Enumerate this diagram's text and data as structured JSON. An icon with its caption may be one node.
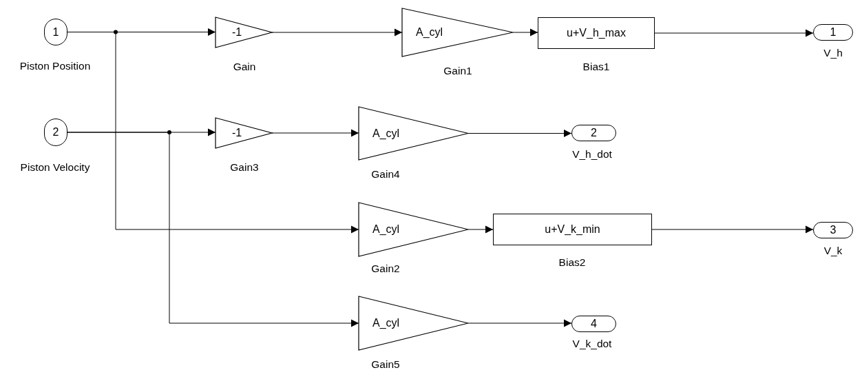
{
  "diagram": {
    "nodes": [
      {
        "text": [
          "1"
        ],
        "beside": [
          "Piston Position"
        ]
      },
      {
        "text": [
          "2"
        ],
        "beside": [
          "Piston Velocity"
        ]
      },
      {
        "text": [
          "-1"
        ],
        "beside": [
          "Gain"
        ]
      },
      {
        "text": [
          "A_cyl"
        ],
        "beside": [
          "Gain1"
        ]
      },
      {
        "text": [
          "u+V_h_max"
        ],
        "beside": [
          "Bias1"
        ]
      },
      {
        "text": [
          "1"
        ],
        "beside": [
          "V_h"
        ]
      },
      {
        "text": [
          "-1"
        ],
        "beside": [
          "Gain3"
        ]
      },
      {
        "text": [
          "A_cyl"
        ],
        "beside": [
          "Gain4"
        ]
      },
      {
        "text": [
          "2"
        ],
        "beside": [
          "V_h_dot"
        ]
      },
      {
        "text": [
          "A_cyl"
        ],
        "beside": [
          "Gain2"
        ]
      },
      {
        "text": [
          "u+V_k_min"
        ],
        "beside": [
          "Bias2"
        ]
      },
      {
        "text": [
          "3"
        ],
        "beside": [
          "V_k"
        ]
      },
      {
        "text": [
          "A_cyl"
        ],
        "beside": [
          "Gain5"
        ]
      },
      {
        "text": [
          "4"
        ],
        "beside": [
          "V_k_dot"
        ]
      }
    ],
    "edges": [
      {
        "from": 0,
        "to": 2,
        "arrow": "to"
      },
      {
        "from": 2,
        "to": 3,
        "arrow": "to"
      },
      {
        "from": 3,
        "to": 4,
        "arrow": "to"
      },
      {
        "from": 4,
        "to": 5,
        "arrow": "to"
      },
      {
        "from": 1,
        "to": 6,
        "arrow": "to"
      },
      {
        "from": 6,
        "to": 7,
        "arrow": "to"
      },
      {
        "from": 7,
        "to": 8,
        "arrow": "to"
      },
      {
        "from": 0,
        "to": 9,
        "arrow": "to"
      },
      {
        "from": 9,
        "to": 10,
        "arrow": "to"
      },
      {
        "from": 10,
        "to": 11,
        "arrow": "to"
      },
      {
        "from": 1,
        "to": 12,
        "arrow": "to"
      },
      {
        "from": 12,
        "to": 13,
        "arrow": "to"
      }
    ]
  }
}
